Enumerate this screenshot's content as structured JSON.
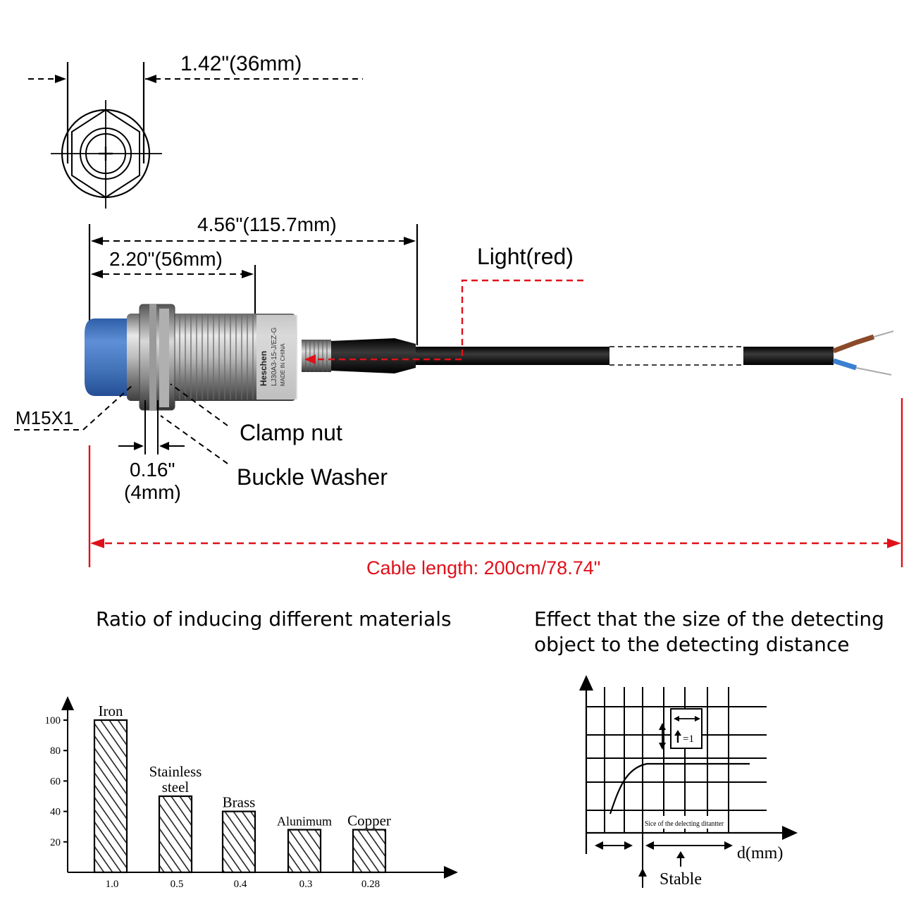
{
  "dimensions": {
    "hex_width": "1.42\"(36mm)",
    "overall_length": "4.56\"(115.7mm)",
    "thread_length": "2.20\"(56mm)",
    "thread_spec": "M15X1",
    "washer_thickness_in": "0.16\"",
    "washer_thickness_mm": "(4mm)",
    "cable_length": "Cable length: 200cm/78.74\""
  },
  "callouts": {
    "light": "Light(red)",
    "clamp_nut": "Clamp nut",
    "buckle_washer": "Buckle Washer"
  },
  "sensor_body": {
    "brand": "Heschen",
    "model": "LJ30A3-15-J/EZ-G",
    "origin": "MADE IN CHINA"
  },
  "colors": {
    "cap_blue": "#3f6fb5",
    "wire_brown": "#8a4a2a",
    "wire_blue": "#3b7fd0",
    "red": "#e0101a"
  },
  "materials_chart": {
    "heading": "Ratio of inducing different materials",
    "chart_data": {
      "type": "bar",
      "categories": [
        "Iron",
        "Stainless steel",
        "Brass",
        "Alunimum",
        "Copper"
      ],
      "category_lines": [
        [
          "Iron"
        ],
        [
          "Stainless",
          "steel"
        ],
        [
          "Brass"
        ],
        [
          "Alunimum"
        ],
        [
          "Copper"
        ]
      ],
      "ratios": [
        "1.0",
        "0.5",
        "0.4",
        "0.3",
        "0.28"
      ],
      "values": [
        100,
        50,
        40,
        28,
        28
      ],
      "yticks": [
        "100",
        "80",
        "60",
        "40",
        "20"
      ],
      "ylim": [
        0,
        100
      ]
    }
  },
  "distance_chart": {
    "heading_line1": "Effect that the size of the detecting",
    "heading_line2": "object to the detecting distance",
    "t_label": "=1",
    "grid_caption": "Sice of the delecting ditantter",
    "x_axis_label": "d(mm)",
    "stable_label": "Stable"
  }
}
